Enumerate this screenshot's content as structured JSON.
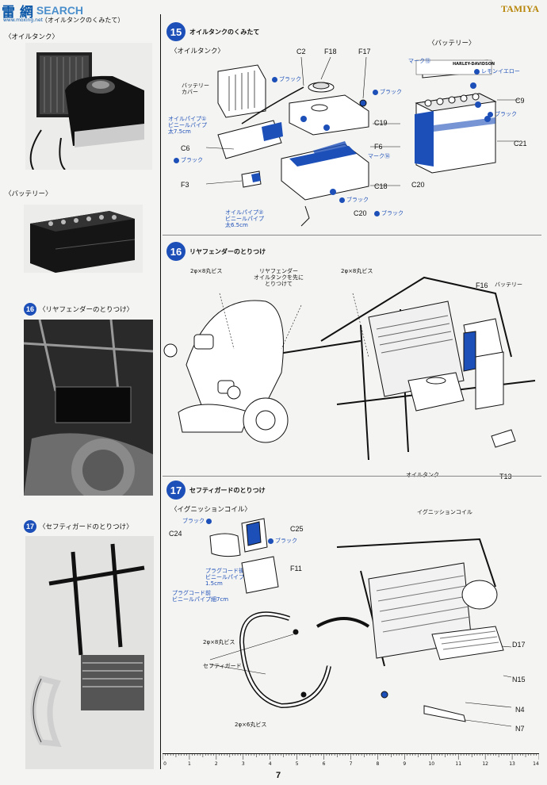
{
  "watermark": {
    "logo_text": "SEARCH",
    "cjk": "雷 網",
    "site": "www.moxing.net"
  },
  "brand": "TAMIYA",
  "page_number": "7",
  "left_column": {
    "top_caption": "（オイルタンクのくみたて）",
    "oil_tank_label": "〈オイルタンク〉",
    "battery_label": "〈バッテリー〉",
    "step16": {
      "num": "16",
      "caption": "〈リヤフェンダーのとりつけ〉"
    },
    "step17": {
      "num": "17",
      "caption": "〈セフティガードのとりつけ〉"
    }
  },
  "step15": {
    "num": "15",
    "title": "オイルタンクのくみたて",
    "sub_oil": "〈オイルタンク〉",
    "sub_battery": "〈バッテリー〉",
    "labels": {
      "battery_cover": "バッテリー\nカバー",
      "oil_pipe1": "オイルパイプ①\nビニールパイプ\n太7.5cm",
      "oil_pipe2": "オイルパイプ②\nビニールパイプ\n太6.5cm",
      "black": "ブラック",
      "mark14": "マーク⑭",
      "mark13": "マーク⑬",
      "lemon_yellow": "レモンイエロー",
      "hd": "HARLEY-DAVIDSON"
    },
    "parts": {
      "C2": "C2",
      "F18": "F18",
      "F17": "F17",
      "C19": "C19",
      "F6": "F6",
      "C6": "C6",
      "F3": "F3",
      "C18": "C18",
      "C20a": "C20",
      "C9": "C9",
      "C21": "C21",
      "C20b": "C20"
    }
  },
  "step16": {
    "num": "16",
    "title": "リヤフェンダーのとりつけ",
    "labels": {
      "screw1": "2φ×8丸ビス",
      "screw2": "2φ×8丸ビス",
      "rear_fender": "リヤフェンダー\nオイルタンクを先に\nとりつけて",
      "battery": "バッテリー",
      "oil_tank": "オイルタンク"
    },
    "parts": {
      "F16": "F16",
      "T13": "T13"
    }
  },
  "step17": {
    "num": "17",
    "title": "セフティガードのとりつけ",
    "sub_coil": "〈イグニッションコイル〉",
    "labels": {
      "black": "ブラック",
      "plug_rear": "プラグコード後\nビニールパイプ細\n1.5cm",
      "plug_front": "プラグコード前\nビニールパイプ細7cm",
      "ign_coil": "イグニッションコイル",
      "screw8": "2φ×8丸ビス",
      "safety_guard": "セフティガード",
      "screw6": "2φ×6丸ビス"
    },
    "parts": {
      "C24": "C24",
      "C25": "C25",
      "F11": "F11",
      "D17": "D17",
      "N15": "N15",
      "N4": "N4",
      "N7": "N7"
    }
  },
  "ruler": {
    "ticks": [
      "0",
      "1",
      "2",
      "3",
      "4",
      "5",
      "6",
      "7",
      "8",
      "9",
      "10",
      "11",
      "12",
      "13",
      "14"
    ]
  }
}
